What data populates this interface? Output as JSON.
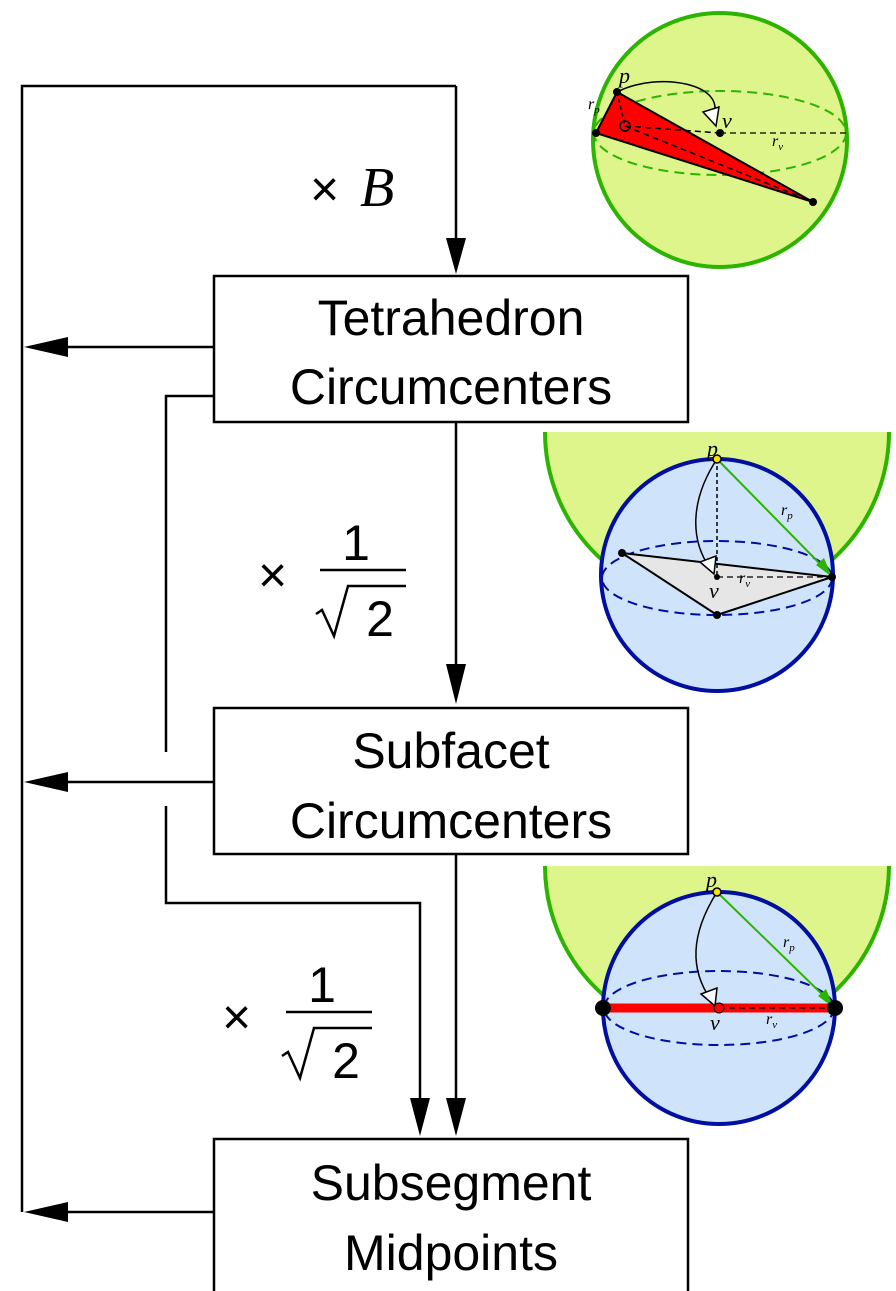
{
  "boxes": {
    "tetra": {
      "line1": "Tetrahedron",
      "line2": "Circumcenters"
    },
    "subfacet": {
      "line1": "Subfacet",
      "line2": "Circumcenters"
    },
    "subsegment": {
      "line1": "Subsegment",
      "line2": "Midpoints"
    }
  },
  "factors": {
    "b": {
      "times": "×",
      "sym": "B"
    },
    "f1": {
      "times": "×",
      "num": "1",
      "den": "2"
    },
    "f2": {
      "times": "×",
      "num": "1",
      "den": "2"
    }
  },
  "sphere_labels": {
    "p": "p",
    "v": "v",
    "r": "r",
    "rp_sub": "p",
    "rv_sub": "v"
  },
  "colors": {
    "yellow_green": "#ddf58a",
    "green_outline": "#2db400",
    "blue_fill": "#cfe4fb",
    "blue_outline": "#000fa0",
    "red": "#ff0000",
    "gray": "#e6e6e6"
  }
}
